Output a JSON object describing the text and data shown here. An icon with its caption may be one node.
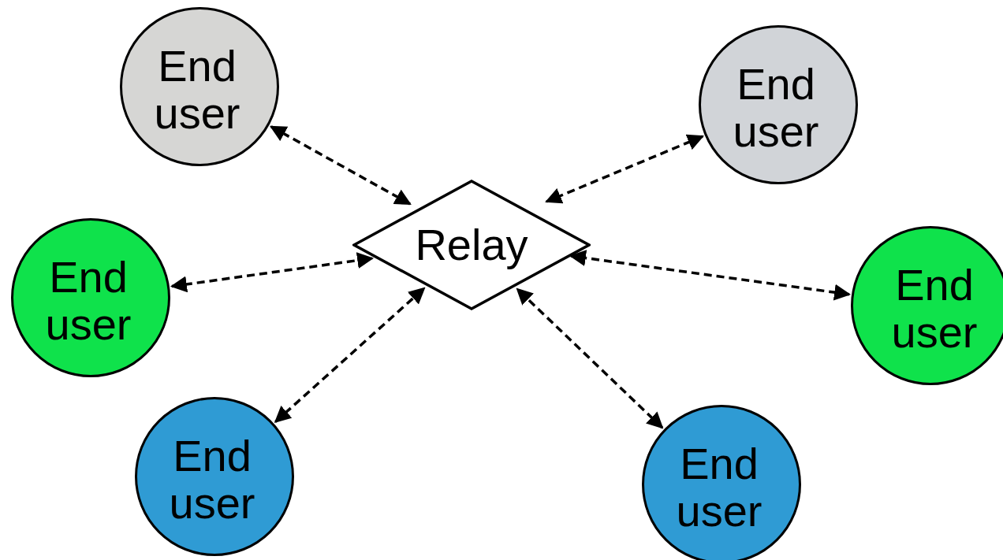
{
  "diagram": {
    "nodes": [
      {
        "text": [
          "End user"
        ]
      },
      {
        "text": [
          "End user"
        ]
      },
      {
        "text": [
          "Relay"
        ]
      },
      {
        "text": [
          "End user"
        ]
      },
      {
        "text": [
          "End user"
        ]
      },
      {
        "text": [
          "End user"
        ]
      },
      {
        "text": [
          "End user"
        ]
      }
    ],
    "edges": [
      {
        "from": 0,
        "to": 2,
        "arrow": "both",
        "style": "dashed"
      },
      {
        "from": 1,
        "to": 2,
        "arrow": "both",
        "style": "dashed"
      },
      {
        "from": 3,
        "to": 2,
        "arrow": "both",
        "style": "dashed"
      },
      {
        "from": 4,
        "to": 2,
        "arrow": "both",
        "style": "dashed"
      },
      {
        "from": 5,
        "to": 2,
        "arrow": "both",
        "style": "dashed"
      },
      {
        "from": 6,
        "to": 2,
        "arrow": "both",
        "style": "dashed"
      }
    ]
  }
}
